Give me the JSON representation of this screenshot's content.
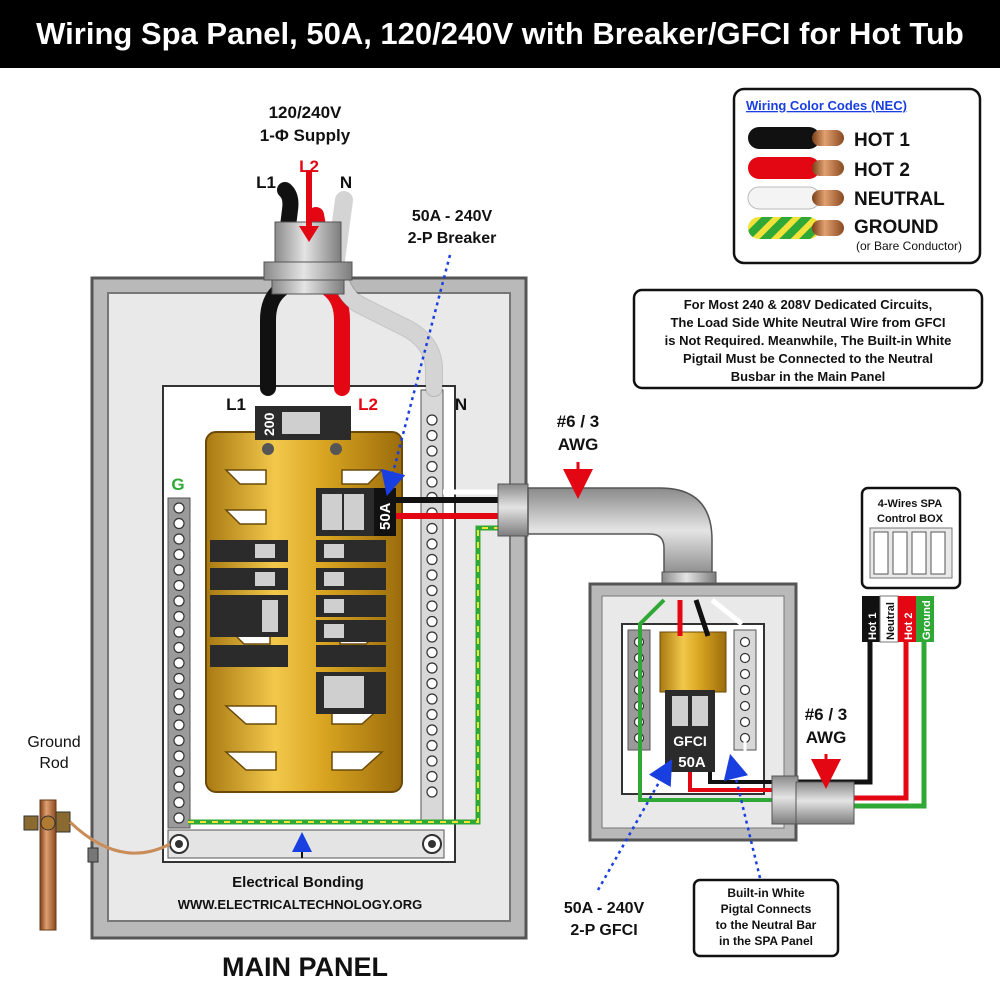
{
  "title": "Wiring Spa Panel, 50A, 120/240V with Breaker/GFCI for Hot Tub",
  "supply": {
    "line1": "120/240V",
    "line2": "1-Φ Supply",
    "l1": "L1",
    "l2": "L2",
    "n": "N"
  },
  "breaker_callout": {
    "line1": "50A - 240V",
    "line2": "2-P Breaker"
  },
  "legend": {
    "title": "Wiring Color Codes (NEC)",
    "items": [
      {
        "label": "HOT 1",
        "color": "#111111"
      },
      {
        "label": "HOT 2",
        "color": "#e30613"
      },
      {
        "label": "NEUTRAL",
        "color": "#ffffff"
      },
      {
        "label": "GROUND",
        "color": "#2fa836"
      }
    ],
    "ground_note": "(or Bare Conductor)"
  },
  "note": {
    "lines": [
      "For Most 240 & 208V Dedicated Circuits,",
      "The Load Side White Neutral Wire from GFCI",
      "is Not Required. Meanwhile, The Built-in White",
      "Pigtail Must be Connected to the Neutral",
      "Busbar in the Main Panel"
    ]
  },
  "main_panel": {
    "l1": "L1",
    "l2": "L2",
    "n": "N",
    "g": "G",
    "main_breaker": "200",
    "branch_breaker": "50A",
    "label": "MAIN PANEL",
    "bonding": "Electrical Bonding",
    "website": "WWW.ELECTRICALTECHNOLOGY.ORG"
  },
  "ground_rod": {
    "line1": "Ground",
    "line2": "Rod"
  },
  "cable_top": {
    "line1": "#6 / 3",
    "line2": "AWG"
  },
  "cable_right": {
    "line1": "#6 / 3",
    "line2": "AWG"
  },
  "control_box": {
    "line1": "4-Wires SPA",
    "line2": "Control BOX",
    "wires": [
      "Hot 1",
      "Neutral",
      "Hot 2",
      "Ground"
    ]
  },
  "spa_panel": {
    "gfci": "GFCI",
    "rating": "50A"
  },
  "gfci_callout": {
    "line1": "50A - 240V",
    "line2": "2-P GFCI"
  },
  "pigtail_note": {
    "lines": [
      "Built-in White",
      "Pigtal Connects",
      "to the Neutral Bar",
      "in the SPA Panel"
    ]
  },
  "colors": {
    "hot1": "#111111",
    "hot2": "#e30613",
    "neutral": "#ffffff",
    "ground": "#2fa836",
    "bus": "#d9a521",
    "panel": "#b9b9b9"
  }
}
